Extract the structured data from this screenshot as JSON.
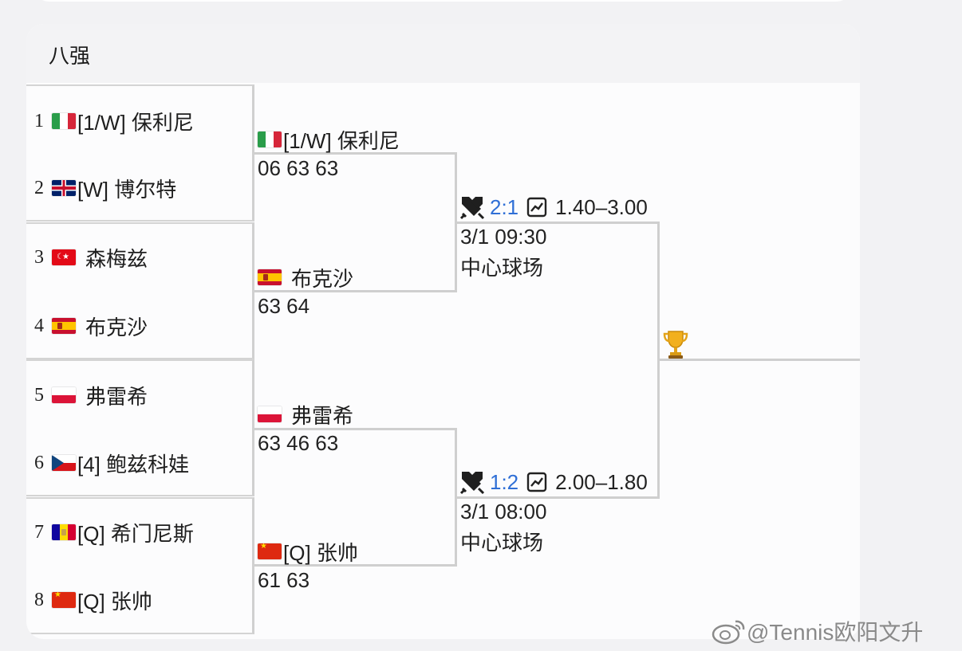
{
  "header": {
    "title": "八强"
  },
  "round1": [
    {
      "seed": "1",
      "flag": "flag-italy",
      "name": "[1/W] 保利尼"
    },
    {
      "seed": "2",
      "flag": "flag-uk",
      "name": "[W] 博尔特"
    },
    {
      "seed": "3",
      "flag": "flag-turkey",
      "name": "森梅兹"
    },
    {
      "seed": "4",
      "flag": "flag-spain",
      "name": "布克沙"
    },
    {
      "seed": "5",
      "flag": "flag-poland",
      "name": "弗雷希"
    },
    {
      "seed": "6",
      "flag": "flag-czech",
      "name": "[4] 鲍兹科娃"
    },
    {
      "seed": "7",
      "flag": "flag-andorra",
      "name": "[Q] 希门尼斯"
    },
    {
      "seed": "8",
      "flag": "flag-china",
      "name": "[Q] 张帅"
    }
  ],
  "round2": [
    {
      "flag": "flag-italy",
      "name": "[1/W] 保利尼",
      "score": "06 63 63"
    },
    {
      "flag": "flag-spain",
      "name": "布克沙",
      "score": "63 64"
    },
    {
      "flag": "flag-poland",
      "name": "弗雷希",
      "score": "63 46 63"
    },
    {
      "flag": "flag-china",
      "name": "[Q] 张帅",
      "score": "61 63"
    }
  ],
  "semifinals": [
    {
      "h2h_icon": "versus-swords-icon",
      "h2h": "2:1",
      "odds_icon": "trend-chart-icon",
      "odds": "1.40–3.00",
      "time": "3/1 09:30",
      "venue": "中心球场"
    },
    {
      "h2h_icon": "versus-swords-icon",
      "h2h": "1:2",
      "odds_icon": "trend-chart-icon",
      "odds": "2.00–1.80",
      "time": "3/1 08:00",
      "venue": "中心球场"
    }
  ],
  "final": {
    "icon": "trophy-icon"
  },
  "watermark": {
    "text": "@Tennis欧阳文升"
  }
}
